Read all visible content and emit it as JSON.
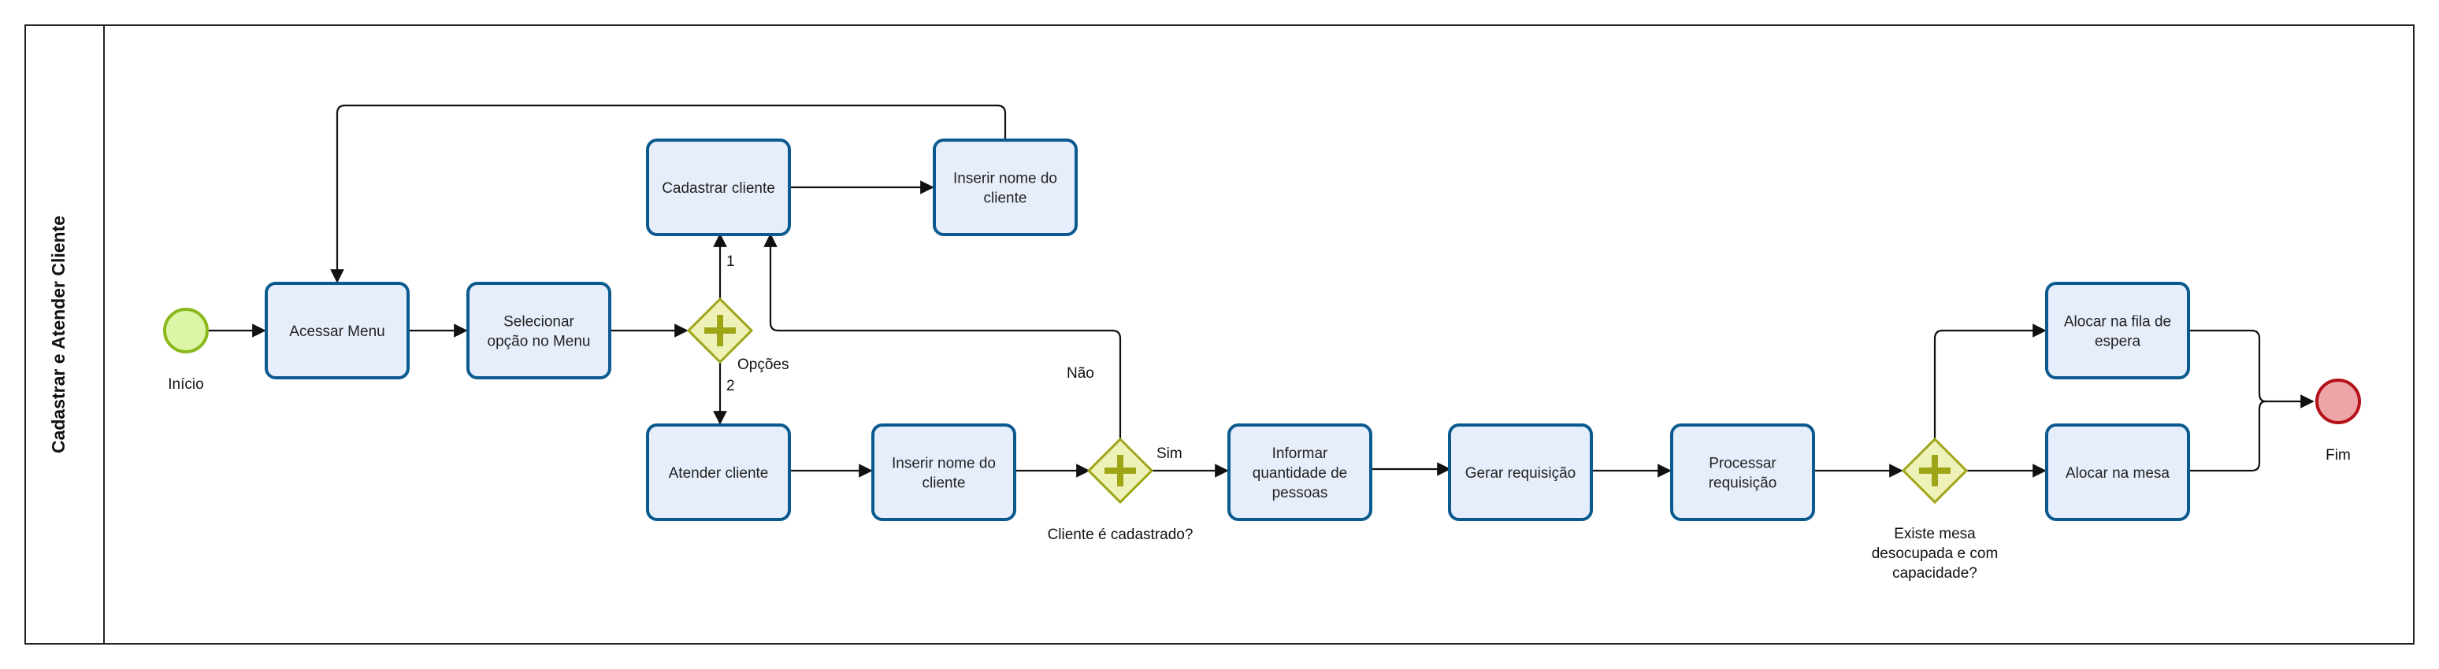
{
  "pool": {
    "lane_label": "Cadastrar e Atender Cliente"
  },
  "events": {
    "start": "Início",
    "end": "Fim"
  },
  "tasks": {
    "acessar_menu": [
      "Acessar Menu"
    ],
    "selecionar_opcao": [
      "Selecionar",
      "opção no Menu"
    ],
    "cadastrar_cliente": [
      "Cadastrar cliente"
    ],
    "inserir_nome_top": [
      "Inserir nome do",
      "cliente"
    ],
    "atender_cliente": [
      "Atender cliente"
    ],
    "inserir_nome_bottom": [
      "Inserir nome do",
      "cliente"
    ],
    "informar_quantidade": [
      "Informar",
      "quantidade de",
      "pessoas"
    ],
    "gerar_requisicao": [
      "Gerar requisição"
    ],
    "processar_requisicao": [
      "Processar",
      "requisição"
    ],
    "alocar_fila": [
      "Alocar na fila de",
      "espera"
    ],
    "alocar_mesa": [
      "Alocar na mesa"
    ]
  },
  "gateways": {
    "opcoes": {
      "label": [
        "Opções"
      ],
      "branch_1": "1",
      "branch_2": "2"
    },
    "cliente_cadastrado": {
      "label": [
        "Cliente é cadastrado?"
      ],
      "yes": "Sim",
      "no": "Não"
    },
    "existe_mesa": {
      "label": [
        "Existe mesa",
        "desocupada e com",
        "capacidade?"
      ]
    }
  },
  "colors": {
    "task_fill": "#e7eefb",
    "task_stroke": "#0b5a8f",
    "start_fill": "#dcf5a6",
    "start_stroke": "#8ab81b",
    "end_fill": "#eea5a8",
    "end_stroke": "#b5121b",
    "gateway_fill": "#eef2b9",
    "gateway_stroke": "#9ea516"
  }
}
